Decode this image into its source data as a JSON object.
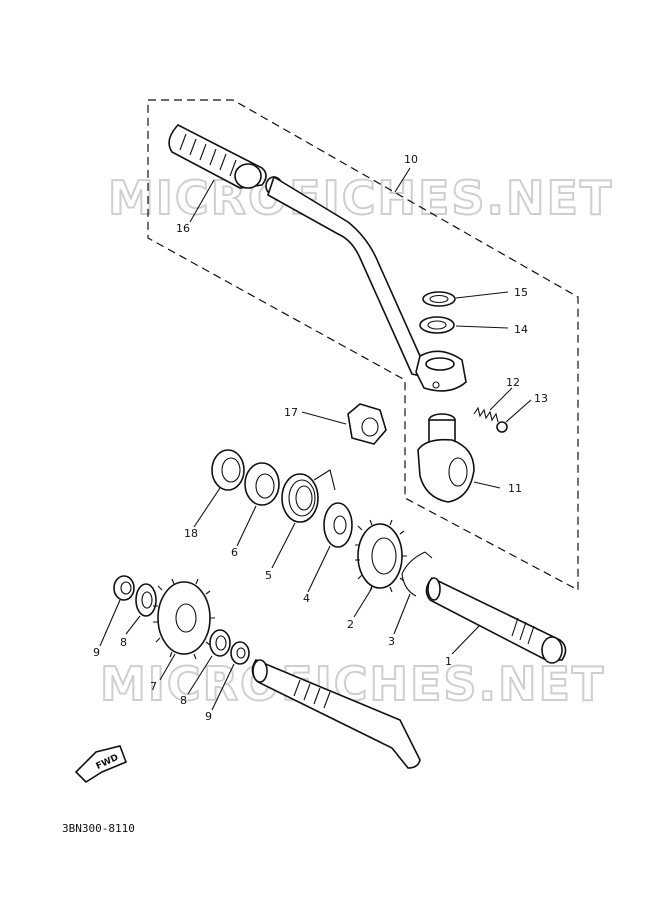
{
  "watermark": {
    "top": "MICROFICHES.NET",
    "bottom": "MICROFICHES.NET"
  },
  "callouts": {
    "p1": "1",
    "p2": "2",
    "p3": "3",
    "p4": "4",
    "p5": "5",
    "p6": "6",
    "p7": "7",
    "p8a": "8",
    "p8b": "8",
    "p9a": "9",
    "p9b": "9",
    "p10": "10",
    "p11": "11",
    "p12": "12",
    "p13": "13",
    "p14": "14",
    "p15": "15",
    "p16": "16",
    "p17": "17",
    "p18": "18"
  },
  "fwd_label": "FWD",
  "diagram_code": "3BN300-8110"
}
